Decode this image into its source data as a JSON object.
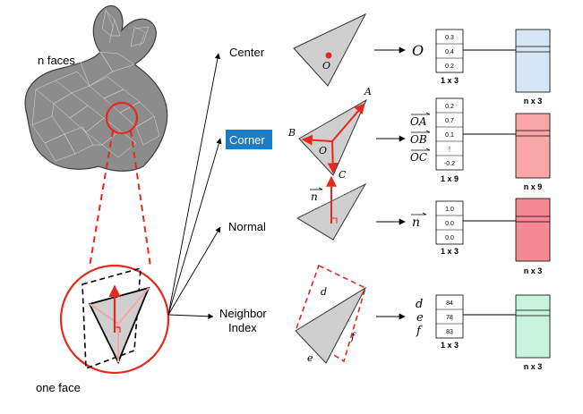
{
  "labels": {
    "n_faces": "n faces",
    "one_face": "one face",
    "center": "Center",
    "corner": "Corner",
    "normal": "Normal",
    "neighbor_line1": "Neighbor",
    "neighbor_line2": "Index"
  },
  "center": {
    "point_label": "O",
    "output_symbol": "O",
    "values": [
      "0.3",
      "0.4",
      "0.2"
    ],
    "dim": "1 x 3",
    "matrix_dim": "n x 3",
    "color": "#d6e6f4"
  },
  "corner": {
    "vertex_a": "A",
    "vertex_b": "B",
    "vertex_c": "C",
    "vertex_o": "O",
    "outputs": [
      "OA",
      "OB",
      "OC"
    ],
    "values": [
      "0.2",
      "0.7",
      "0.1",
      "⋮",
      "-0.2"
    ],
    "dim": "1 x 9",
    "matrix_dim": "n x 9",
    "color": "#f9a6a6"
  },
  "normal": {
    "vector_label": "n",
    "output_symbol": "n",
    "values": [
      "1.0",
      "0.0",
      "0.0"
    ],
    "dim": "1 x 3",
    "matrix_dim": "n x 3",
    "color": "#f58a96"
  },
  "neighbor": {
    "edge_d": "d",
    "edge_e": "e",
    "edge_f": "f",
    "outputs": [
      "d",
      "e",
      "f"
    ],
    "values": [
      "84",
      "78",
      "83"
    ],
    "dim": "1 x 3",
    "matrix_dim": "n x 3",
    "color": "#c8f4de"
  },
  "colors": {
    "highlight_red": "#e8281e",
    "corner_label_bg": "#1a7bc8",
    "face_gray": "#cfcfcf",
    "mesh_gray": "#8a8a8a"
  }
}
